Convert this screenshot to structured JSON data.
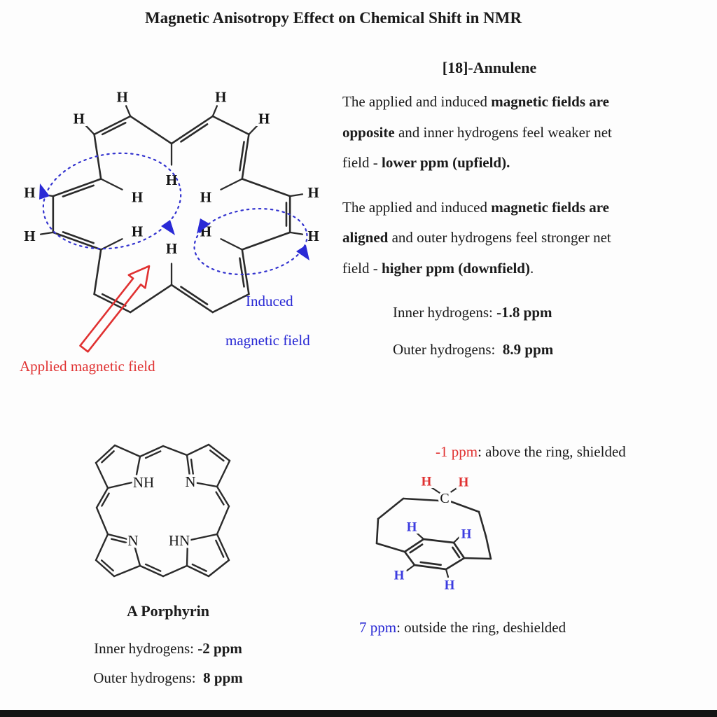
{
  "title": "Magnetic Anisotropy Effect on Chemical Shift in NMR",
  "colors": {
    "red": "#e03131",
    "blue": "#2727d4",
    "ink": "#1b1b1b",
    "bond": "#2b2b2b"
  },
  "atoms": {
    "h": "H",
    "c": "C",
    "nh": "NH",
    "n": "N",
    "hn": "HN"
  },
  "annulene_figure": {
    "applied_label": "Applied magnetic field",
    "induced_label_line1": "Induced",
    "induced_label_line2": "magnetic field"
  },
  "right_column": {
    "heading": "[18]-Annulene",
    "para1": [
      {
        "t": "The applied and induced "
      },
      {
        "t": "magnetic fields are",
        "b": 1
      },
      {
        "br": 1
      },
      {
        "t": "opposite",
        "b": 1
      },
      {
        "t": " and inner hydrogens feel weaker net"
      },
      {
        "br": 1
      },
      {
        "t": "field - "
      },
      {
        "t": "lower ppm (upfield).",
        "b": 1
      }
    ],
    "para2": [
      {
        "t": "The applied and induced "
      },
      {
        "t": "magnetic fields are",
        "b": 1
      },
      {
        "br": 1
      },
      {
        "t": "aligned",
        "b": 1
      },
      {
        "t": " and outer hydrogens feel stronger net"
      },
      {
        "br": 1
      },
      {
        "t": "field - "
      },
      {
        "t": "higher ppm (downfield)",
        "b": 1
      },
      {
        "t": "."
      }
    ],
    "inner_line": [
      {
        "t": "Inner hydrogens: "
      },
      {
        "t": "-1.8 ppm",
        "b": 1
      }
    ],
    "outer_line": [
      {
        "t": "Outer hydrogens:  "
      },
      {
        "t": "8.9 ppm",
        "b": 1
      }
    ]
  },
  "porphyrin_section": {
    "caption": "A Porphyrin",
    "inner_line": [
      {
        "t": "Inner hydrogens: "
      },
      {
        "t": "-2 ppm",
        "b": 1
      }
    ],
    "outer_line": [
      {
        "t": "Outer hydrogens:  "
      },
      {
        "t": "8 ppm",
        "b": 1
      }
    ]
  },
  "cyclophane_section": {
    "shielded_line": [
      {
        "t": "-1 ppm",
        "c": "#e03131"
      },
      {
        "t": ": above the ring, shielded"
      }
    ],
    "deshielded_line": [
      {
        "t": "7 ppm",
        "c": "#2727d4"
      },
      {
        "t": ": outside the ring, deshielded"
      }
    ]
  }
}
